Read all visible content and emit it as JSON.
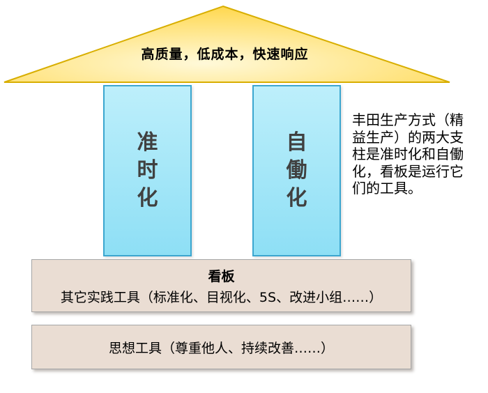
{
  "roof": {
    "label": "高质量，低成本，快速响应"
  },
  "pillars": {
    "left": {
      "label": "准\n时\n化"
    },
    "right": {
      "label": "自\n働\n化"
    }
  },
  "side_note": {
    "text": "丰田生产方式（精\n益生产）的两大支\n柱是准时化和自働\n化，看板是运行它\n们的工具。"
  },
  "boxes": {
    "kanban": {
      "title": "看板",
      "subtitle": "其它实践工具（标准化、目视化、5S、改进小组……）"
    },
    "mindset": {
      "label": "思想工具（尊重他人、持续改善……）"
    }
  },
  "colors": {
    "roof_fill_light": "#fff9d9",
    "roof_fill_dark": "#ffd33c",
    "roof_border": "#d8ae00",
    "pillar_fill_light": "#bdeffb",
    "pillar_fill_dark": "#8edff5",
    "pillar_border": "#3ba6cf",
    "pillar_text": "#404040",
    "box_fill": "#eaddd3",
    "box_border": "#a6a6a6",
    "text": "#000000"
  }
}
